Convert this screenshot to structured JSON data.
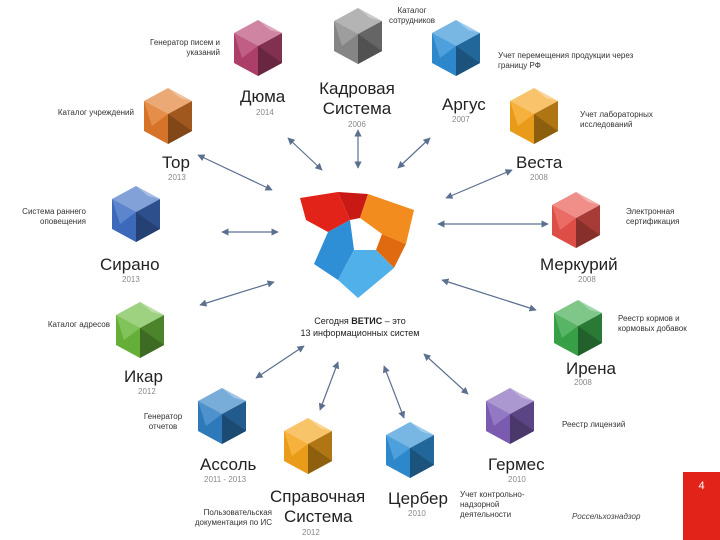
{
  "center": {
    "text_pre": "Сегодня ",
    "text_bold": "ВЕТИС",
    "text_post": " – это",
    "text_line2": "13 информационных систем"
  },
  "systems": [
    {
      "key": "dyuma",
      "name": "Дюма",
      "year": "2014",
      "desc": "Генератор писем и указаний",
      "color": "#b5426f"
    },
    {
      "key": "kadrovaya",
      "name": "Кадровая Система",
      "name_line1": "Кадровая",
      "name_line2": "Система",
      "year": "2006",
      "desc": "Каталог сотрудников",
      "color": "#8c8c8c"
    },
    {
      "key": "argus",
      "name": "Аргус",
      "year": "2007",
      "desc": "Учет перемещения продукции через границу РФ",
      "color": "#2f8fd6"
    },
    {
      "key": "tor",
      "name": "Тор",
      "year": "2013",
      "desc": "Каталог учреждений",
      "color": "#e07a2a"
    },
    {
      "key": "vesta",
      "name": "Веста",
      "year": "2008",
      "desc": "Учет лабораторных исследований",
      "color": "#f4a21a"
    },
    {
      "key": "sirano",
      "name": "Сирано",
      "year": "2013",
      "desc": "Система раннего оповещения",
      "color": "#3f6fc4"
    },
    {
      "key": "merkuriy",
      "name": "Меркурий",
      "year": "2008",
      "desc": "Электронная сертификация",
      "color": "#e8524a"
    },
    {
      "key": "ikar",
      "name": "Икар",
      "year": "2012",
      "desc": "Каталог адресов",
      "color": "#6ab83c"
    },
    {
      "key": "irena",
      "name": "Ирена",
      "year": "2008",
      "desc": "Реестр кормов и кормовых добавок",
      "color": "#3aa84a"
    },
    {
      "key": "assol",
      "name": "Ассоль",
      "year": "2011 - 2013",
      "desc": "Генератор отчетов",
      "color": "#2f7fc4"
    },
    {
      "key": "spravochnaya",
      "name": "Справочная Система",
      "name_line1": "Справочная",
      "name_line2": "Система",
      "year": "2012",
      "desc": "Пользовательская документация по ИС",
      "color": "#f4a41a"
    },
    {
      "key": "tserber",
      "name": "Цербер",
      "year": "2010",
      "desc": "Учет контрольно-надзорной деятельности",
      "color": "#2f8fd6"
    },
    {
      "key": "germes",
      "name": "Гермес",
      "year": "2010",
      "desc": "Реестр лицензий",
      "color": "#8060b8"
    }
  ],
  "footer": {
    "brand": "Россельхознадзор",
    "page_number": "4",
    "accent": "#e2231a"
  },
  "logo": {
    "colors": [
      "#e2231a",
      "#f28c1e",
      "#2e8ed6"
    ]
  }
}
